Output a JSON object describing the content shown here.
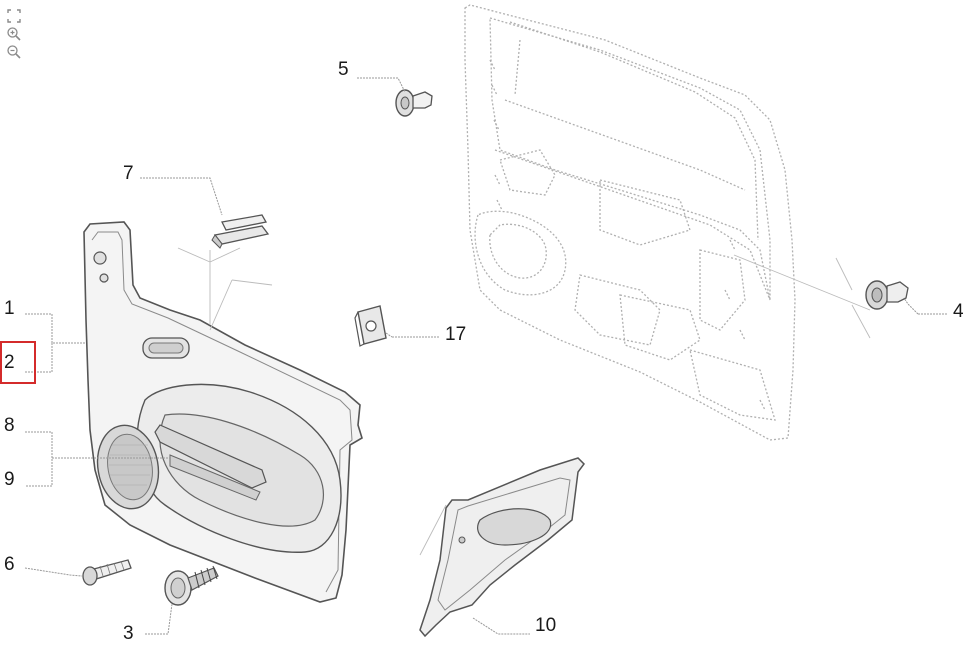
{
  "toolbar": {
    "tools": [
      {
        "name": "fit",
        "icon": "fit-icon"
      },
      {
        "name": "zoom-in",
        "icon": "zoom-in-icon"
      },
      {
        "name": "zoom-out",
        "icon": "zoom-out-icon"
      }
    ]
  },
  "callouts": {
    "c1": "1",
    "c2": "2",
    "c3": "3",
    "c4": "4",
    "c5": "5",
    "c6": "6",
    "c7": "7",
    "c8": "8",
    "c9": "9",
    "c10": "10",
    "c17": "17"
  },
  "highlight": {
    "callout": "2",
    "color": "#d42b2b"
  },
  "colors": {
    "line": "#555555",
    "leader": "#999999",
    "part": "#cfcfcf",
    "ghost": "#b0b0b0"
  }
}
